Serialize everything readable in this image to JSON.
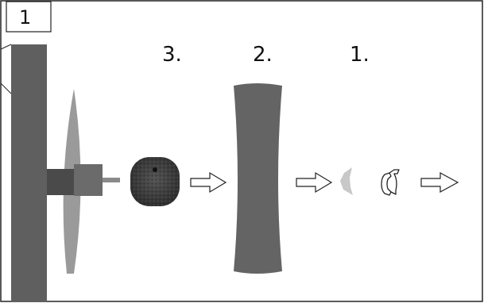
{
  "panel": {
    "number": "1"
  },
  "steps": [
    {
      "label": "3."
    },
    {
      "label": "2."
    },
    {
      "label": "1."
    }
  ],
  "colors": {
    "wall": "#5f5f5f",
    "disc": "#9a9a9a",
    "hub": "#6b6b6b",
    "foam": "#3e3e3e",
    "pad": "#646464",
    "clip": "#c8c8c8",
    "outline": "#222222"
  },
  "icons": {
    "arrow": "right-outline-arrow-icon",
    "rotate": "rotate-clockwise-icon"
  }
}
